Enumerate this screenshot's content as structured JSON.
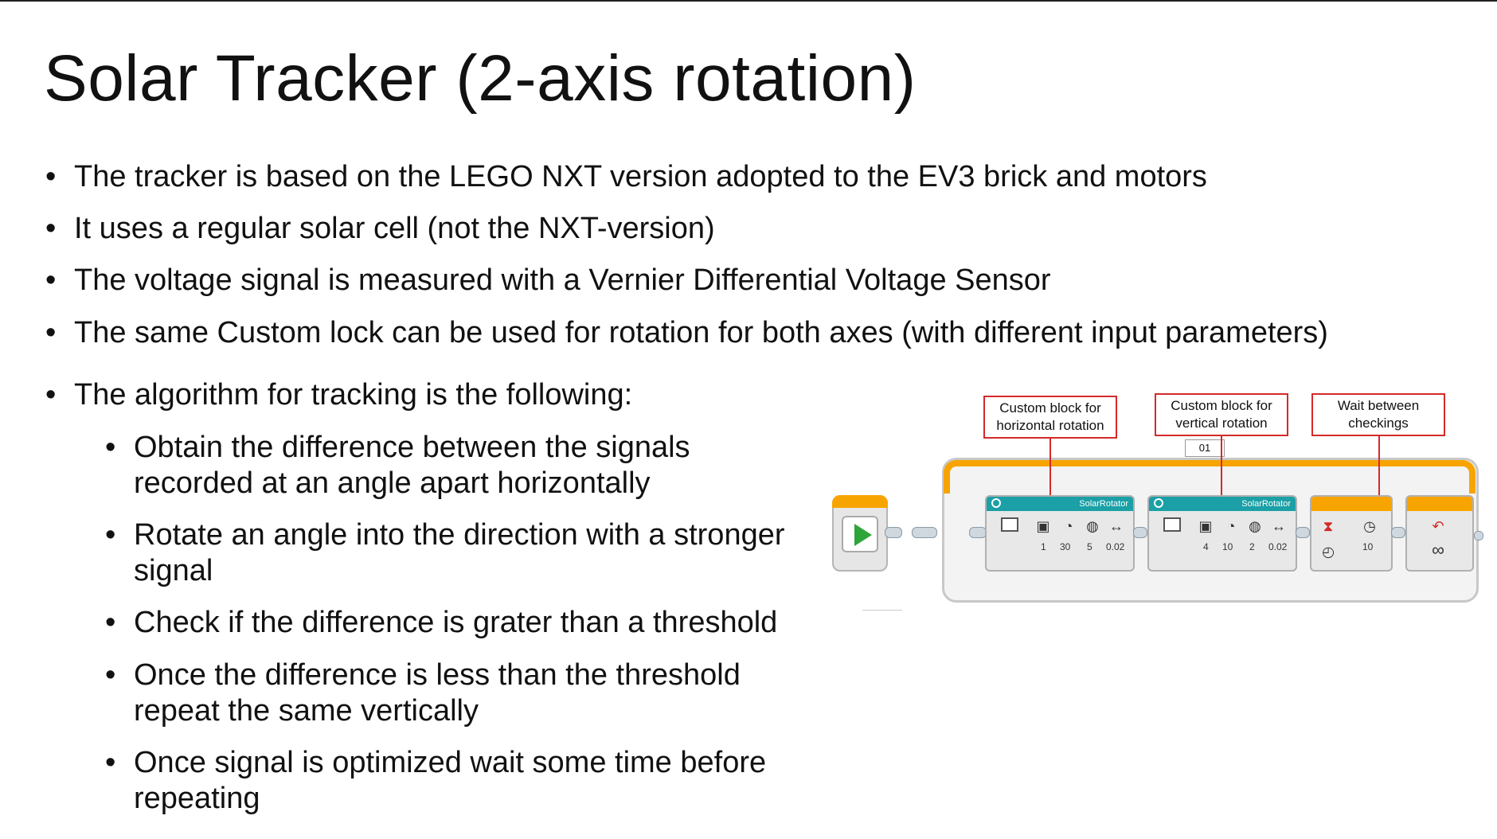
{
  "slide": {
    "title": "Solar Tracker (2-axis rotation)",
    "bullets": [
      "The tracker is based on the LEGO NXT version adopted to the EV3 brick and motors",
      "It uses a regular solar cell (not the NXT-version)",
      "The voltage signal is measured with a Vernier Differential Voltage Sensor",
      "The same Custom lock can be used for rotation for both axes (with different input parameters)",
      "The algorithm for tracking is the following:"
    ],
    "sub_bullets": [
      {
        "line1": "Obtain the difference between the signals",
        "line2": "recorded at an angle apart horizontally"
      },
      {
        "line1": "Rotate an angle into the direction with a stronger",
        "line2": "signal"
      },
      {
        "line1": " Check if the difference is grater than a threshold",
        "line2": ""
      },
      {
        "line1": "Once the difference is less than the threshold",
        "line2": "repeat the same vertically"
      },
      {
        "line1": "Once signal is optimized wait some time before",
        "line2": "repeating"
      }
    ],
    "bullet_glyph": "•"
  },
  "diagram": {
    "callouts": [
      {
        "line1": "Custom block for",
        "line2": "horizontal rotation"
      },
      {
        "line1": "Custom block for",
        "line2": "vertical rotation"
      },
      {
        "line1": "Wait between",
        "line2": "checkings"
      }
    ],
    "loop_counter": "01",
    "block1": {
      "name": "SolarRotator",
      "params": [
        "1",
        "30",
        "5",
        "0.02"
      ]
    },
    "block2": {
      "name": "SolarRotator",
      "params": [
        "4",
        "10",
        "2",
        "0.02"
      ]
    },
    "wait_value": "10",
    "loop_end_symbol": "∞",
    "colors": {
      "callout_border": "#d42a2a",
      "loop": "#f7a400",
      "custom_block": "#1aa0a6",
      "start": "#2ea53a"
    }
  }
}
